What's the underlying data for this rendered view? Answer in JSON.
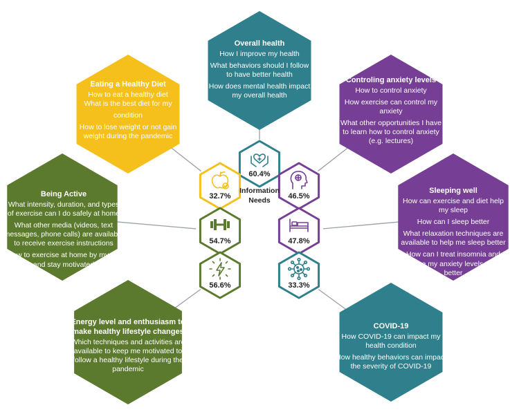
{
  "center": {
    "line1": "Information",
    "line2": "Needs"
  },
  "colors": {
    "teal": "#2f7f8c",
    "yellow": "#f5c01b",
    "purple": "#763f95",
    "green": "#5c7a2e",
    "connector": "#9aa0a6"
  },
  "categories": [
    {
      "key": "overall",
      "title": "Overall health",
      "lines": [
        "How I improve my health",
        "What behaviors should I follow",
        "to have better health",
        "How does mental health impact",
        "my overall health"
      ],
      "percent": "60.4%",
      "icon": "heart-hands-icon",
      "color": "#2f7f8c"
    },
    {
      "key": "diet",
      "title": "Eating a Healthy Diet",
      "lines": [
        "How to eat a healthy diet",
        "What is the best diet for my",
        "condition",
        "How to lose weight or not gain",
        "weight during the pandemic"
      ],
      "percent": "32.7%",
      "icon": "apple-icon",
      "color": "#f5c01b"
    },
    {
      "key": "anxiety",
      "title": "Controling anxiety levels",
      "lines": [
        "How to control anxiety",
        "How exercise can control my",
        "anxiety",
        "What other opportunities I have",
        "to learn how to control anxiety",
        "(e.g. lectures)"
      ],
      "percent": "46.5%",
      "icon": "head-brain-icon",
      "color": "#763f95"
    },
    {
      "key": "active",
      "title": "Being Active",
      "lines": [
        "What intensity, duration, and types",
        "of exercise can I do safely at home",
        "What other media (videos, text",
        "messages, phone calls) are available",
        "to receive exercise instructions",
        "How to exercise at home by myself",
        "and stay motivated"
      ],
      "percent": "54.7%",
      "icon": "dumbbell-icon",
      "color": "#5c7a2e"
    },
    {
      "key": "sleep",
      "title": "Sleeping well",
      "lines": [
        "How can exercise and diet help",
        "my sleep",
        "How can I sleep better",
        "What relaxation techniques are",
        "available to help me sleep better",
        "How can I treat insomnia and",
        "decrease my anxiety levels to sleep",
        "better"
      ],
      "percent": "47.8%",
      "icon": "bed-icon",
      "color": "#763f95"
    },
    {
      "key": "energy",
      "title": "Energy level and enthusiasm to make healthy lifestyle changes",
      "lines": [
        "Which techniques and activities are",
        "available to keep me motivated to",
        "follow a healthy lifestyle during the",
        "pandemic"
      ],
      "percent": "56.6%",
      "icon": "lightning-bulb-icon",
      "color": "#5c7a2e"
    },
    {
      "key": "covid",
      "title": "COVID-19",
      "lines": [
        "How COVID-19 can impact my",
        "health condition",
        "How healthy behaviors can impact",
        "the severity of COVID-19"
      ],
      "percent": "33.3%",
      "icon": "virus-icon",
      "color": "#2f7f8c"
    }
  ]
}
